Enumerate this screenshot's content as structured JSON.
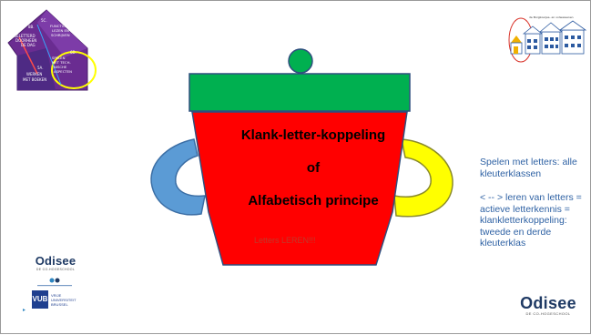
{
  "pot": {
    "title_line1": "Klank-letter-koppeling",
    "title_line2": "of",
    "title_line3": "Alfabetisch principe",
    "small_text": "Letters LEREN!!!"
  },
  "side_text": {
    "para1": "Spelen met letters: alle kleuterklassen",
    "para2": "< -- > leren van letters = actieve letterkennis = klankletterkoppeling: tweede en derde kleuterklas"
  },
  "house_logo": {
    "labels": [
      "5C.",
      "8B.",
      "FUNCTIONEEL",
      "LEZEN EN",
      "SCHRIJVEN",
      "GELETTERD",
      "DOORHEEN",
      "DE DAG",
      "6D.",
      "SPELEN",
      "MET TECH-",
      "NISCHE",
      "ASPECTEN",
      "5A.",
      "WERKEN",
      "MET BOEKEN"
    ]
  },
  "school_logo": {
    "caption": "de Borgkoerjes- en volwassenen"
  },
  "logos": {
    "odisee_small": "Odisee",
    "odisee_small_sub": "DE CO-HOGESCHOOL",
    "vub_mark": "VUB",
    "vub_text": "VRIJE UNIVERSITEIT BRUSSEL",
    "odisee_big": "Odisee",
    "odisee_big_sub": "DE CO-HOGESCHOOL"
  },
  "colors": {
    "pot_body": "#ff0000",
    "pot_lid": "#00b050",
    "handle_left": "#5b9bd5",
    "handle_right": "#ffff00",
    "side_text": "#2f62a4"
  }
}
